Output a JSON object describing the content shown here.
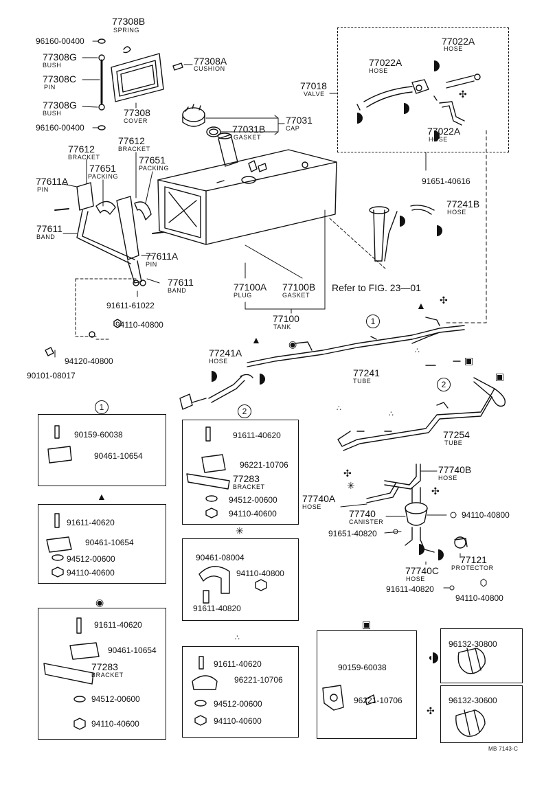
{
  "labels": {
    "p77308b": "77308B",
    "spring": "SPRING",
    "p96160a": "96160-00400",
    "p77308g1": "77308G",
    "bush1": "BUSH",
    "p77308c": "77308C",
    "pin1": "PIN",
    "p77308g2": "77308G",
    "bush2": "BUSH",
    "p96160b": "96160-00400",
    "p77308": "77308",
    "cover": "COVER",
    "p77308a": "77308A",
    "cushion": "CUSHION",
    "p77031": "77031",
    "cap": "CAP",
    "p77031b": "77031B",
    "gasket1": "GASKET",
    "p77018": "77018",
    "valve": "VALVE",
    "p77022a1": "77022A",
    "hose1": "HOSE",
    "p77022a2": "77022A",
    "hose2": "HOSE",
    "p77022a3": "77022A",
    "hose3": "HOSE",
    "p91651a": "91651-40616",
    "p77612a": "77612",
    "bracket1": "BRACKET",
    "p77612b": "77612",
    "bracket2": "BRACKET",
    "p77651a": "77651",
    "packing1": "PACKING",
    "p77651b": "77651",
    "packing2": "PACKING",
    "p77611a1": "77611A",
    "pin2": "PIN",
    "p77611_1": "77611",
    "band1": "BAND",
    "p77611a2": "77611A",
    "pin3": "PIN",
    "p77611_2": "77611",
    "band2": "BAND",
    "p91611a": "91611-61022",
    "p94110a": "94110-40800",
    "p94120": "94120-40800",
    "p90101": "90101-08017",
    "p77100a": "77100A",
    "plug": "PLUG",
    "p77100b": "77100B",
    "gasket2": "GASKET",
    "p77100": "77100",
    "tank": "TANK",
    "refer": "Refer to FIG. 23—01",
    "p77241b": "77241B",
    "hose4": "HOSE",
    "p77241a": "77241A",
    "hose5": "HOSE",
    "p77241": "77241",
    "tube1": "TUBE",
    "p77254": "77254",
    "tube2": "TUBE",
    "p77740b": "77740B",
    "hose6": "HOSE",
    "p77740a": "77740A",
    "hose7": "HOSE",
    "p77740": "77740",
    "canister": "CANISTER",
    "p91651b": "91651-40820",
    "p94110b": "94110-40800",
    "p77740c": "77740C",
    "hose8": "HOSE",
    "p77121": "77121",
    "protector": "PROTECTOR",
    "p91611b": "91611-40820",
    "p94110c": "94110-40800",
    "num1": "1",
    "num2": "2"
  },
  "insets": {
    "box1": {
      "marker": "1",
      "a": "90159-60038",
      "b": "90461-10654"
    },
    "box2": {
      "marker": "2",
      "a": "91611-40620",
      "b": "96221-10706",
      "c": "77283",
      "c_sub": "BRACKET",
      "d": "94512-00600",
      "e": "94110-40600"
    },
    "box_tri": {
      "a": "91611-40620",
      "b": "90461-10654",
      "c": "94512-00600",
      "d": "94110-40600"
    },
    "box_star": {
      "a": "90461-08004",
      "b": "94110-40800",
      "c": "91611-40820"
    },
    "box_dot": {
      "a": "91611-40620",
      "b": "90461-10654",
      "c": "77283",
      "c_sub": "BRACKET",
      "d": "94512-00600",
      "e": "94110-40600"
    },
    "box_three": {
      "a": "91611-40620",
      "b": "96221-10706",
      "c": "94512-00600",
      "d": "94110-40600"
    },
    "box_diamond": {
      "a": "90159-60038",
      "b": "96221-10706"
    },
    "box_clamp1": {
      "a": "96132-30800"
    },
    "box_clamp2": {
      "a": "96132-30600"
    }
  },
  "drawing_id": "MB 7143-C",
  "icons": {
    "triangle": "triangle-marker-icon",
    "dot": "ring-dot-marker-icon",
    "star": "asterisk-marker-icon",
    "three_dots": "three-dot-marker-icon",
    "diamond": "diamond-marker-icon",
    "half_circle": "half-circle-clamp-icon",
    "pinwheel": "pinwheel-clamp-icon"
  },
  "colors": {
    "ink": "#111111",
    "paper": "#ffffff"
  }
}
